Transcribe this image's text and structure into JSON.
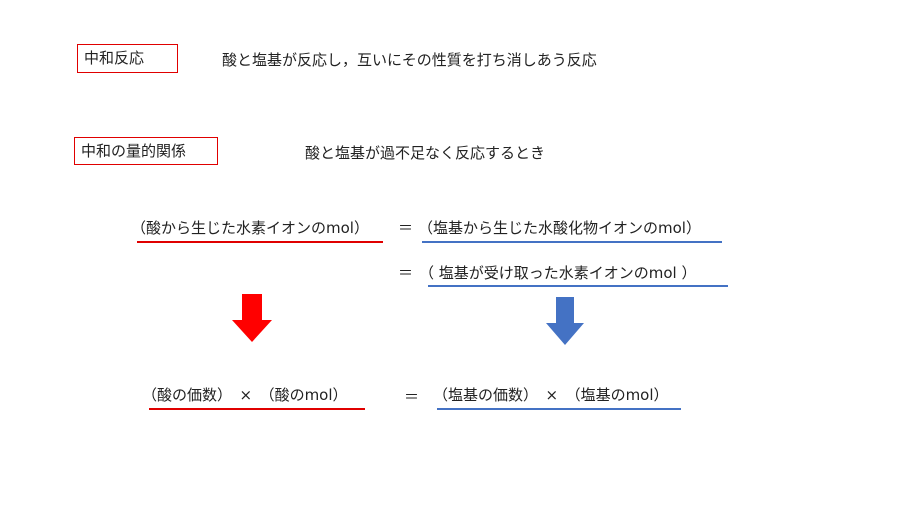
{
  "section1": {
    "label": "中和反応",
    "definition": "酸と塩基が反応し，互いにその性質を打ち消しあう反応"
  },
  "section2": {
    "label": "中和の量的関係",
    "condition": "酸と塩基が過不足なく反応するとき"
  },
  "equation": {
    "left": "（酸から生じた水素イオンのmol）",
    "eq1": "＝",
    "right1": "（塩基から生じた水酸化物イオンのmol）",
    "eq2": "＝",
    "right2": "（ 塩基が受け取った水素イオンのmol ）"
  },
  "formula": {
    "acid_part": "（酸の価数）　×　（酸のmol）",
    "equals": "＝",
    "base_part": "（塩基の価数）　×　（塩基のmol）"
  },
  "colors": {
    "box_border": "#e00000",
    "red_underline": "#e00000",
    "blue_underline": "#4472c4",
    "red_arrow": "#ff0000",
    "blue_arrow": "#4472c4"
  },
  "icons": {
    "left_arrow": "arrow-down-red",
    "right_arrow": "arrow-down-blue"
  }
}
